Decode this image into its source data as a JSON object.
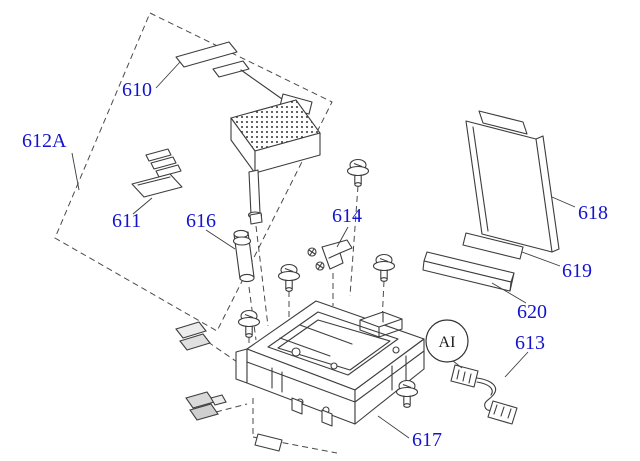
{
  "diagram": {
    "type": "exploded-parts-diagram",
    "background": "#ffffff",
    "colors": {
      "label": "#1414cc",
      "line": "#3d3d3d",
      "marker_text": "#1a1a1a"
    },
    "labels": {
      "l610": "610",
      "l611": "611",
      "l612A": "612A",
      "l613": "613",
      "l614": "614",
      "l616": "616",
      "l617": "617",
      "l618": "618",
      "l619": "619",
      "l620": "620"
    },
    "marker": {
      "ai": "AI"
    }
  }
}
